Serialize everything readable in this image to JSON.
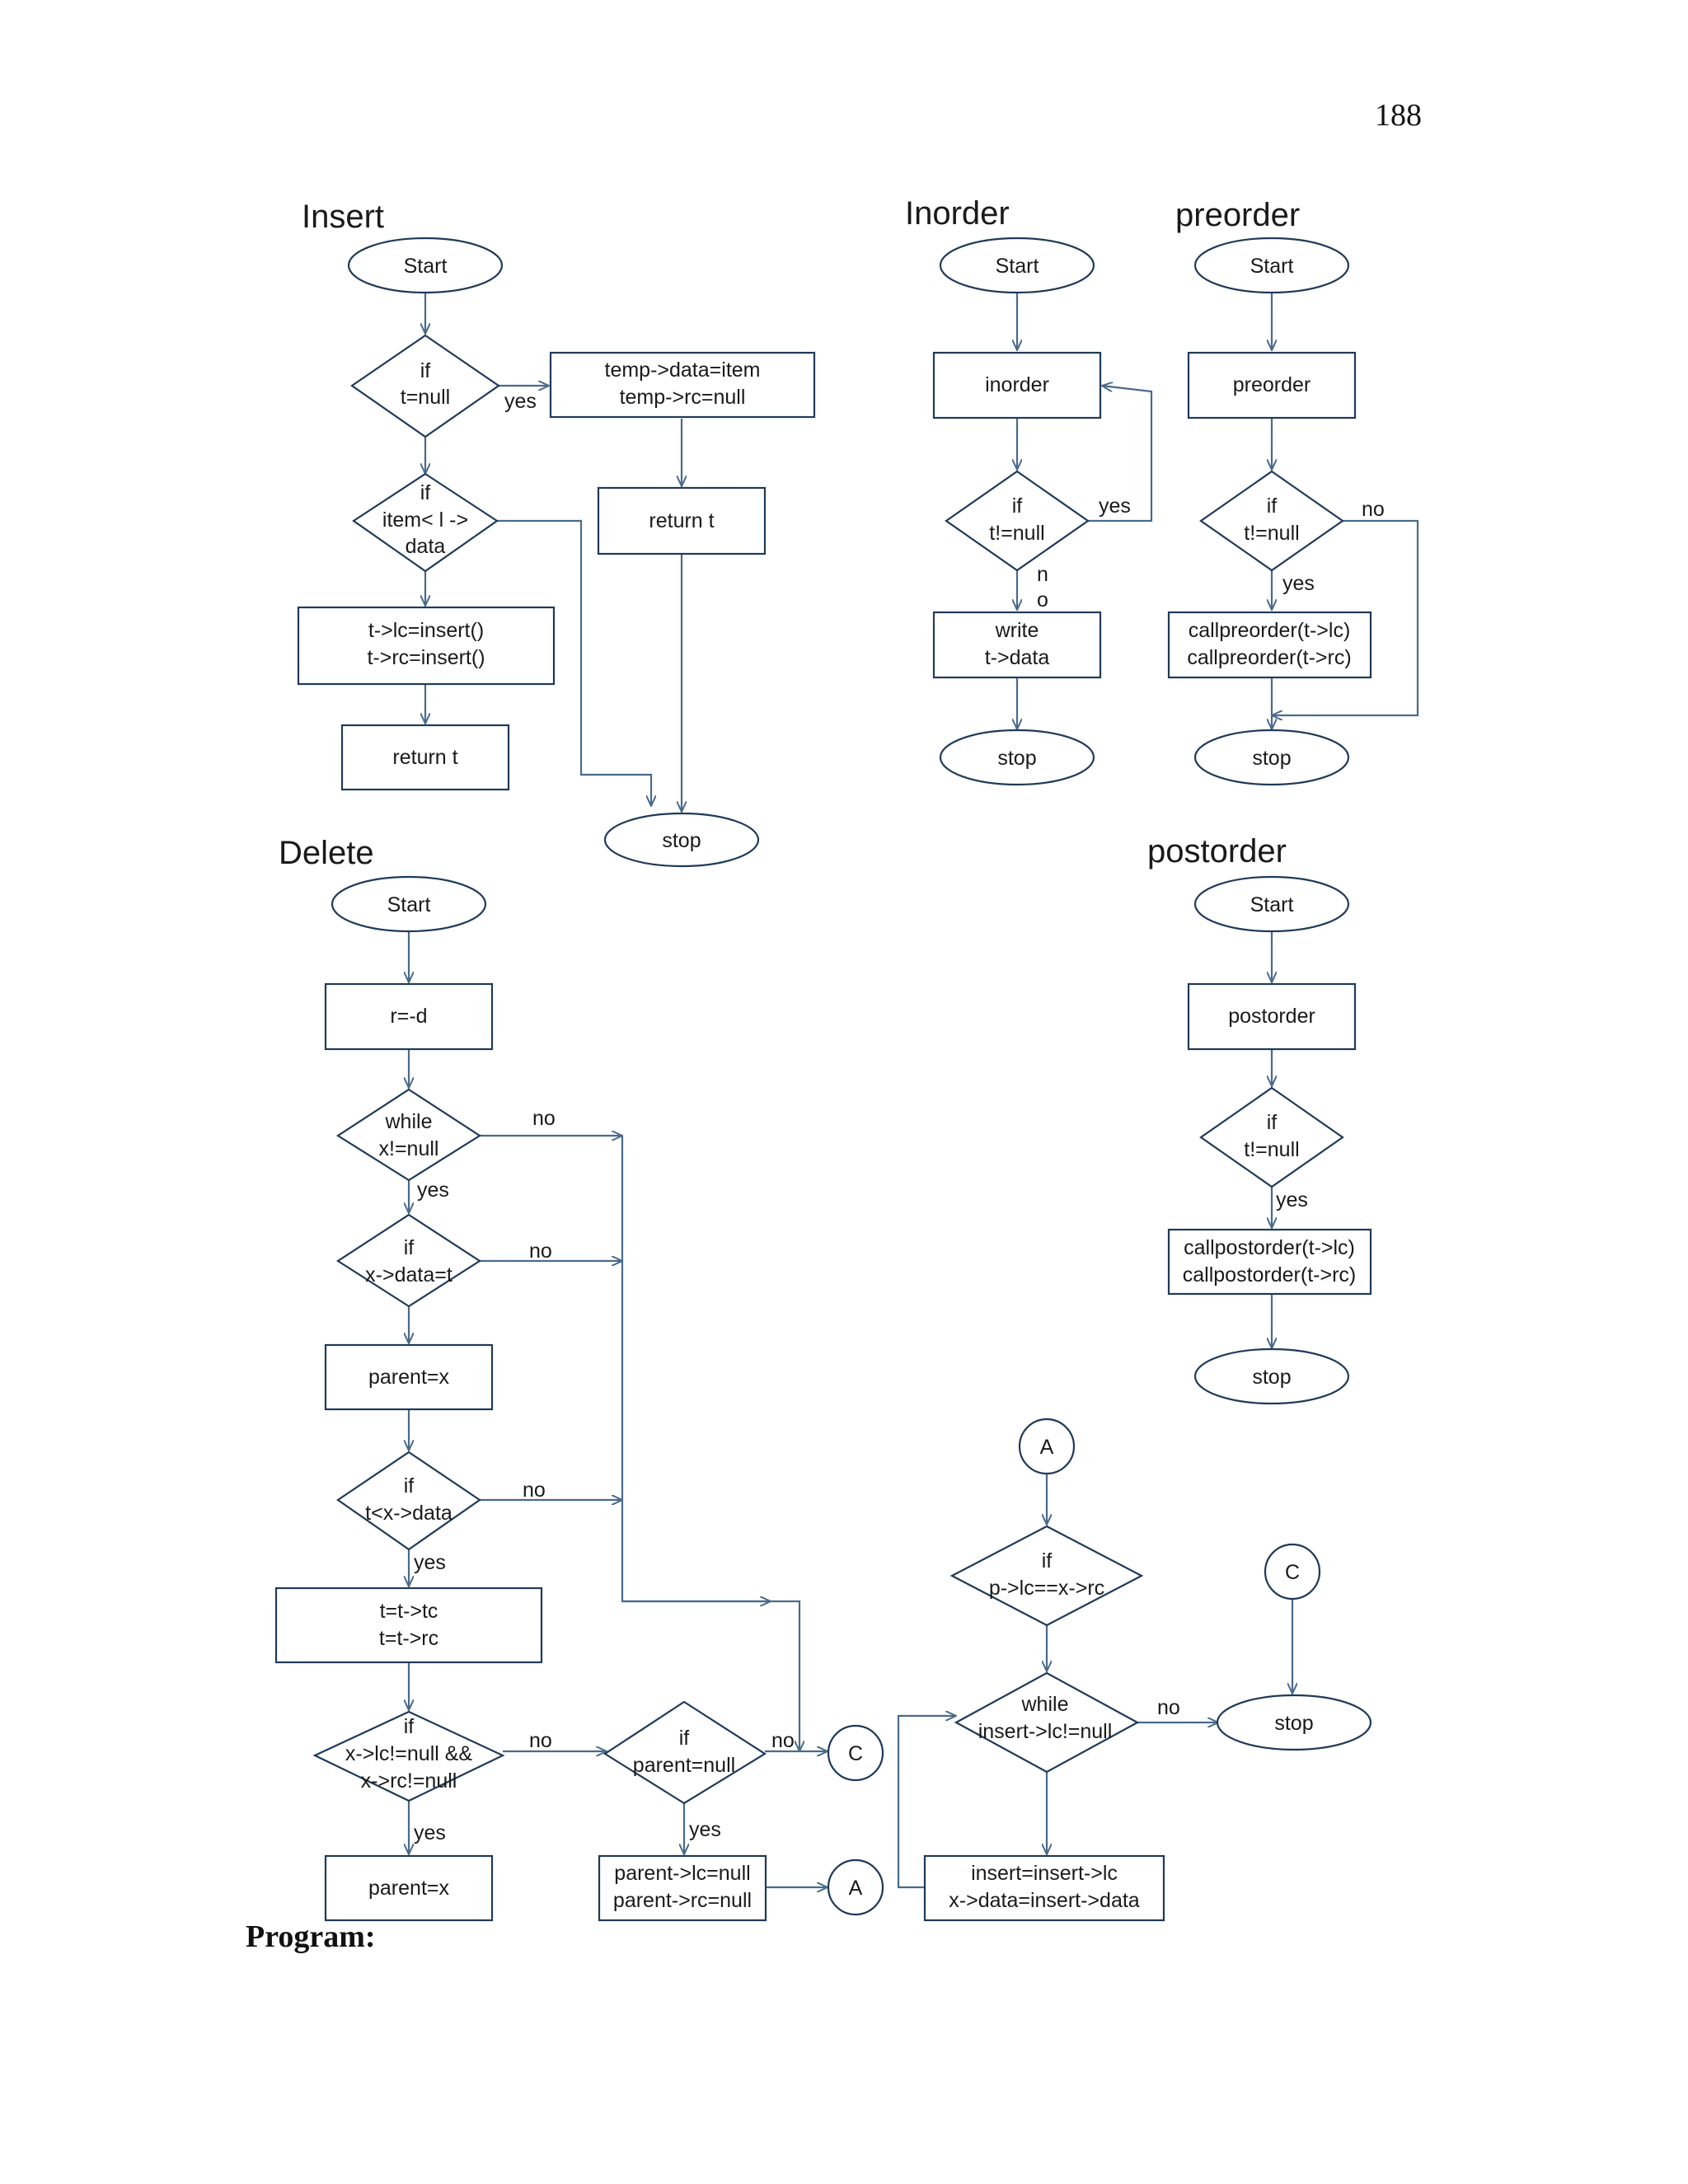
{
  "page_number": "188",
  "footer_label": "Program:",
  "titles": {
    "insert": "Insert",
    "inorder": "Inorder",
    "preorder": "preorder",
    "delete": "Delete",
    "postorder": "postorder"
  },
  "insert": {
    "start": "Start",
    "cond1": [
      "if",
      "t=null"
    ],
    "cond1_yes": "yes",
    "temp": [
      "temp->data=item",
      "temp->rc=null"
    ],
    "return_right": "return t",
    "cond2": [
      "if",
      "item< l ->",
      "data"
    ],
    "assign": [
      "t->lc=insert()",
      "t->rc=insert()"
    ],
    "return_left": "return t",
    "stop": "stop"
  },
  "inorder": {
    "start": "Start",
    "proc": "inorder",
    "cond": [
      "if",
      "t!=null"
    ],
    "yes": "yes",
    "no": [
      "n",
      "o"
    ],
    "write": [
      "write",
      "t->data"
    ],
    "stop": "stop"
  },
  "preorder": {
    "start": "Start",
    "proc": "preorder",
    "cond": [
      "if",
      "t!=null"
    ],
    "no": "no",
    "yes": "yes",
    "call": [
      "callpreorder(t->lc)",
      "callpreorder(t->rc)"
    ],
    "stop": "stop"
  },
  "postorder": {
    "start": "Start",
    "proc": "postorder",
    "cond": [
      "if",
      "t!=null"
    ],
    "yes": "yes",
    "call": [
      "callpostorder(t->lc)",
      "callpostorder(t->rc)"
    ],
    "stop": "stop"
  },
  "delete": {
    "start": "Start",
    "assign": "r=-d",
    "while": [
      "while",
      "x!=null"
    ],
    "while_no": "no",
    "while_yes": "yes",
    "if_eq": [
      "if",
      "x->data=t"
    ],
    "if_eq_no": "no",
    "parent1": "parent=x",
    "if_lt": [
      "if",
      "t<x->data"
    ],
    "if_lt_no": "no",
    "if_lt_yes": "yes",
    "move": [
      "t=t->tc",
      "t=t->rc"
    ],
    "if_both": [
      "if",
      "x->lc!=null &&",
      "x->rc!=null"
    ],
    "if_both_no": "no",
    "if_both_yes": "yes",
    "parent2": "parent=x",
    "if_parent": [
      "if",
      "parent=null"
    ],
    "if_parent_no": "no",
    "if_parent_yes": "yes",
    "parent_null": [
      "parent->lc=null",
      "parent->rc=null"
    ],
    "conn_c": "C",
    "conn_a": "A"
  },
  "section_a": {
    "conn_a": "A",
    "cond": [
      "if",
      "p->lc==x->rc"
    ],
    "while": [
      "while",
      "insert->lc!=null"
    ],
    "while_no": "no",
    "assign": [
      "insert=insert->lc",
      "x->data=insert->data"
    ],
    "conn_c": "C",
    "stop": "stop"
  }
}
